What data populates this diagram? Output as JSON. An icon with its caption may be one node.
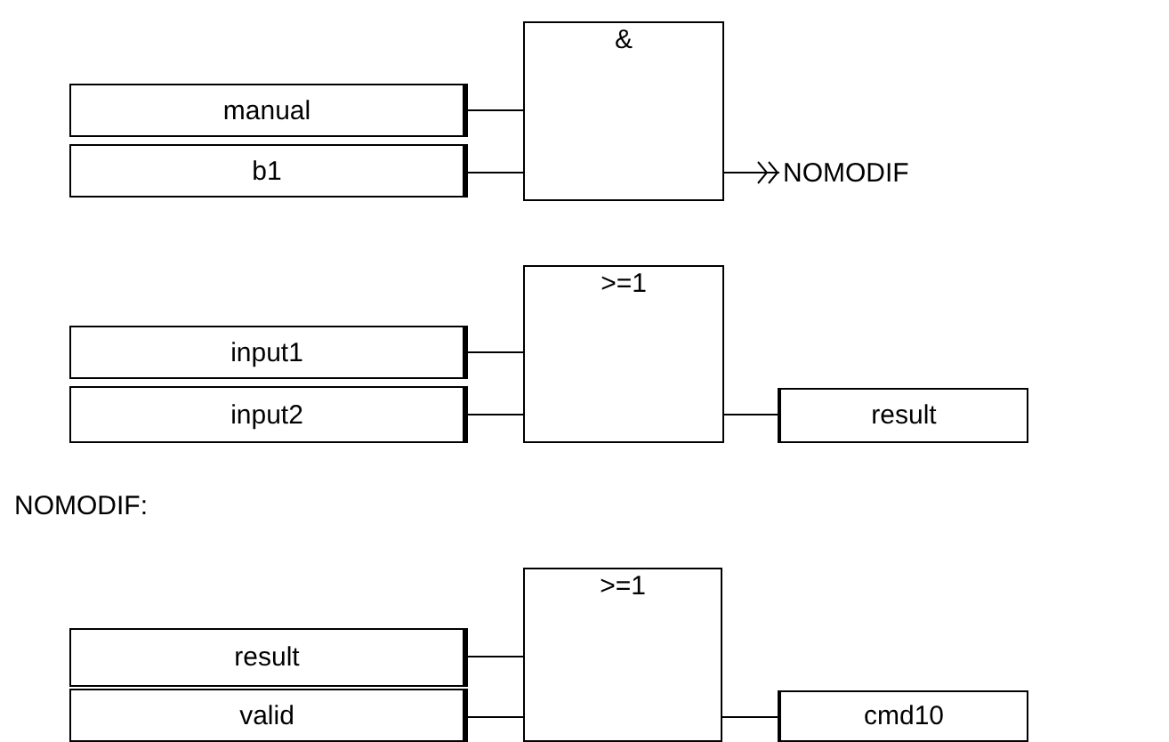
{
  "diagram": {
    "nodes": [
      {
        "text": [
          "manual"
        ]
      },
      {
        "text": [
          "b1"
        ]
      },
      {
        "text": [
          "&"
        ]
      },
      {
        "text": [
          "NOMODIF"
        ]
      },
      {
        "text": [
          "input1"
        ]
      },
      {
        "text": [
          "input2"
        ]
      },
      {
        "text": [
          ">=1"
        ]
      },
      {
        "text": [
          "result"
        ]
      },
      {
        "text": [
          "result"
        ]
      },
      {
        "text": [
          "valid"
        ]
      },
      {
        "text": [
          ">=1"
        ]
      },
      {
        "text": [
          "cmd10"
        ]
      }
    ],
    "edges": [
      {
        "from": 0,
        "to": 2,
        "arrow": "none"
      },
      {
        "from": 1,
        "to": 2,
        "arrow": "none"
      },
      {
        "from": 2,
        "to": 3,
        "arrow": "to"
      },
      {
        "from": 4,
        "to": 6,
        "arrow": "none"
      },
      {
        "from": 5,
        "to": 6,
        "arrow": "none"
      },
      {
        "from": 6,
        "to": 7,
        "arrow": "none"
      },
      {
        "from": 8,
        "to": 10,
        "arrow": "none"
      },
      {
        "from": 9,
        "to": 10,
        "arrow": "none"
      },
      {
        "from": 10,
        "to": 11,
        "arrow": "none"
      }
    ],
    "labels": [
      "NOMODIF:"
    ]
  }
}
